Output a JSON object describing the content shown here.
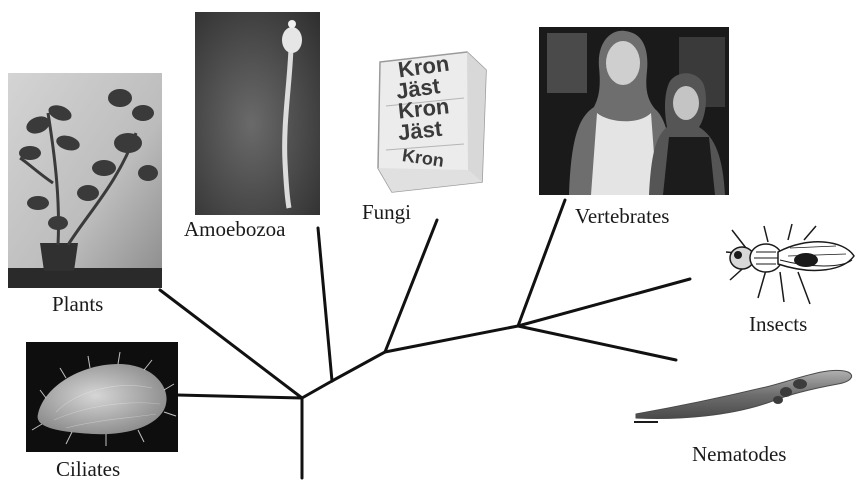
{
  "figure": {
    "labels": {
      "plants": "Plants",
      "amoebozoa": "Amoebozoa",
      "fungi": "Fungi",
      "vertebrates": "Vertebrates",
      "insects": "Insects",
      "nematodes": "Nematodes",
      "ciliates": "Ciliates"
    },
    "package_text": {
      "brand": "Kron",
      "product": "Jäst"
    },
    "colors": {
      "branch": "#111111",
      "background": "#ffffff"
    }
  }
}
